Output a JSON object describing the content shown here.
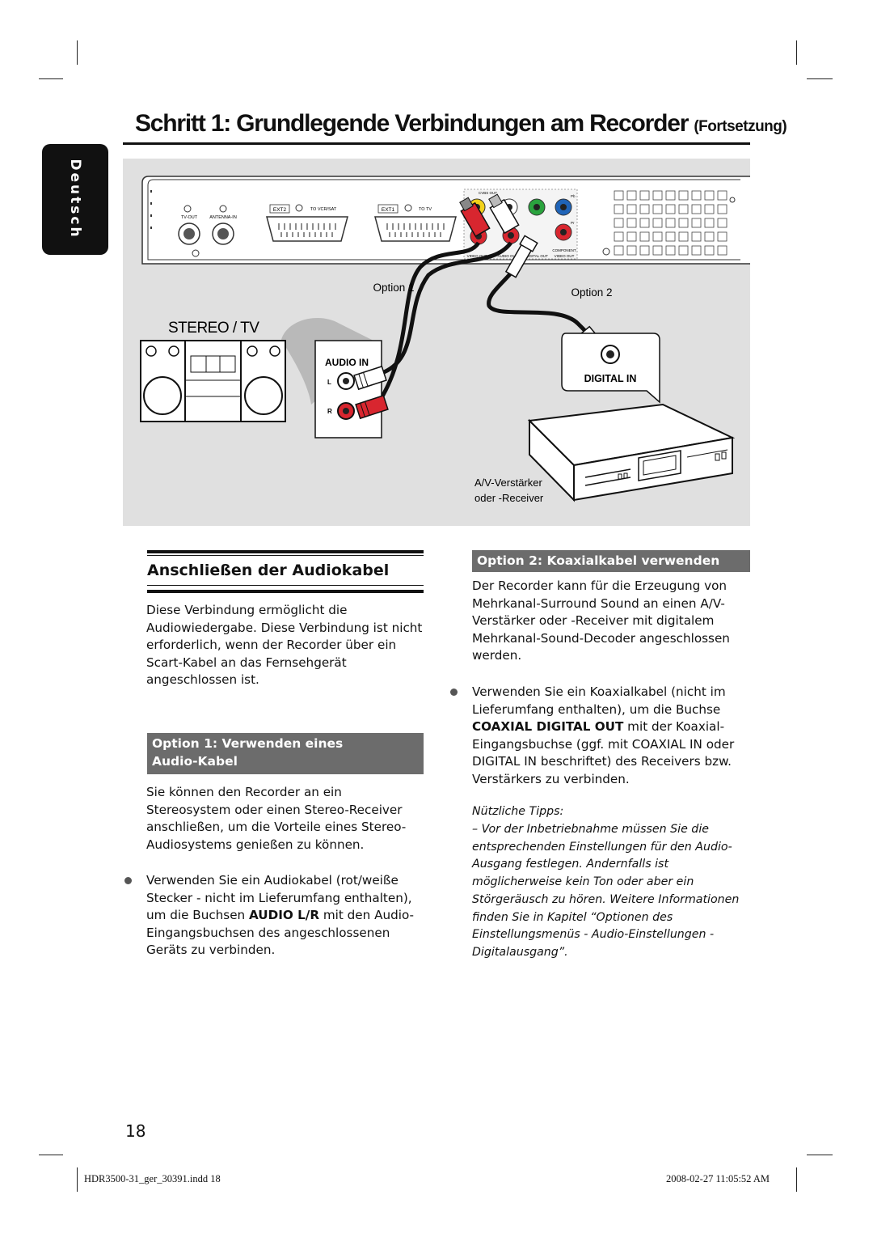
{
  "page": {
    "title_main": "Schritt 1: Grundlegende Verbindungen am Recorder",
    "title_suffix": "(Fortsetzung)",
    "language_tab": "Deutsch",
    "page_number": "18",
    "footer_left": "HDR3500-31_ger_30391.indd   18",
    "footer_right": "2008-02-27   11:05:52 AM"
  },
  "figure": {
    "panel_labels": {
      "tv_out": "TV-OUT",
      "antenna_in": "ANTENNA-IN",
      "ext2": "EXT2",
      "to_vcr_sat": "TO VCR/SAT",
      "ext1": "EXT1",
      "to_tv": "TO TV",
      "cvbs_out": "CVBS OUT",
      "component": "COMPONENT",
      "video_out": "VIDEO OUT",
      "audio_out": "AUDIO OUT",
      "coaxial_out": "DIGITAL OUT",
      "pb": "Pb",
      "pr": "Pr"
    },
    "option1_label": "Option 1",
    "option2_label": "Option 2",
    "stereo_tv_label": "STEREO / TV",
    "audio_in_label": "AUDIO IN",
    "audio_l": "L",
    "audio_r": "R",
    "digital_in_label": "DIGITAL IN",
    "receiver_caption_1": "A/V-Verstärker",
    "receiver_caption_2": "oder -Receiver"
  },
  "left": {
    "heading": "Anschließen der Audiokabel",
    "intro": "Diese Verbindung ermöglicht die Audiowiedergabe. Diese Verbindung ist nicht erforderlich, wenn der Recorder über ein Scart-Kabel an das Fernsehgerät angeschlossen ist.",
    "option1_bar_line1": "Option 1: Verwenden eines",
    "option1_bar_line2": "Audio-Kabel",
    "option1_text": "Sie können den Recorder an ein Stereosystem oder einen Stereo-Receiver anschließen, um die Vorteile eines Stereo-Audiosystems genießen zu können.",
    "bullet_pre": "Verwenden Sie ein Audiokabel (rot/weiße Stecker - nicht im Lieferumfang enthalten), um die Buchsen ",
    "bullet_bold": "AUDIO L/R",
    "bullet_post": " mit den Audio-Eingangsbuchsen des angeschlossenen Geräts zu verbinden."
  },
  "right": {
    "option2_bar": "Option 2: Koaxialkabel verwenden",
    "intro": "Der Recorder kann für die Erzeugung von Mehrkanal-Surround Sound an einen A/V-Verstärker oder -Receiver mit digitalem Mehrkanal-Sound-Decoder angeschlossen werden.",
    "bullet_pre": "Verwenden Sie ein Koaxialkabel (nicht im Lieferumfang enthalten), um die Buchse ",
    "bullet_bold": "COAXIAL DIGITAL OUT",
    "bullet_post": " mit der Koaxial-Eingangsbuchse (ggf. mit COAXIAL IN oder DIGITAL IN beschriftet) des Receivers bzw. Verstärkers zu verbinden.",
    "tips_heading": "Nützliche Tipps:",
    "tips_text": "–  Vor der Inbetriebnahme müssen Sie die entsprechenden Einstellungen für den Audio-Ausgang festlegen. Andernfalls ist möglicherweise kein Ton oder aber ein Störgeräusch zu hören. Weitere Informationen finden Sie in Kapitel “Optionen des Einstellungsmenüs - Audio-Einstellungen - Digitalausgang”."
  },
  "colors": {
    "bar_gray": "#6c6c6c",
    "figure_bg": "#e0e0e0",
    "rca_red": "#d8262f",
    "rca_yellow": "#f2d21a",
    "rca_green": "#2aa33e",
    "rca_blue": "#1f64b8"
  }
}
